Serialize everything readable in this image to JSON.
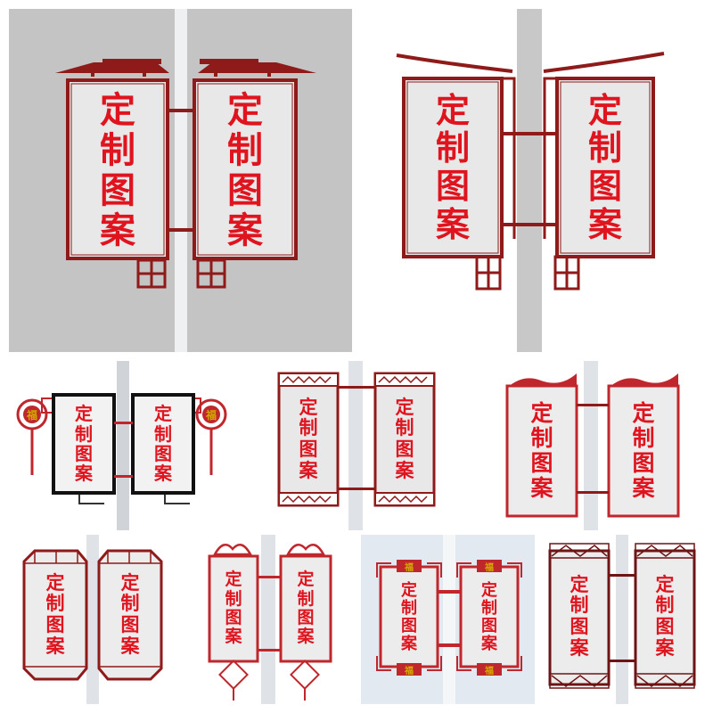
{
  "panel_text": [
    "定",
    "制",
    "图",
    "案"
  ],
  "ornament_text": "福",
  "colors": {
    "frame_dark": "#8e1a1a",
    "frame_red": "#c0272d",
    "text_red": "#e0141e",
    "panel_fill": "#e8e8e8",
    "gray_bg": "#c4c4c4",
    "pole": "#eef0f2",
    "gold": "#d4a800"
  }
}
